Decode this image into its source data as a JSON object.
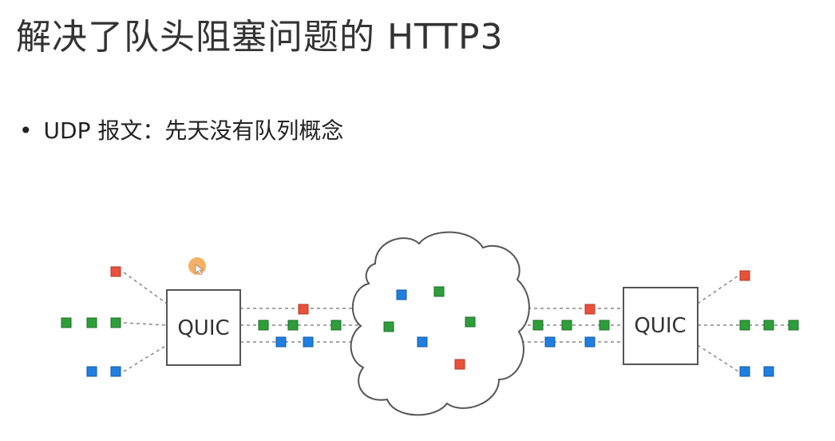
{
  "slide": {
    "title": "解决了队头阻塞问题的 HTTP3",
    "bullet_text": "UDP 报文：先天没有队列概念"
  },
  "diagram": {
    "left_box_label": "QUIC",
    "right_box_label": "QUIC",
    "colors": {
      "red": "#e8513a",
      "green": "#2e9e3a",
      "blue": "#1f7fe0",
      "cursor": "#f2a24a",
      "line": "#888888"
    }
  }
}
